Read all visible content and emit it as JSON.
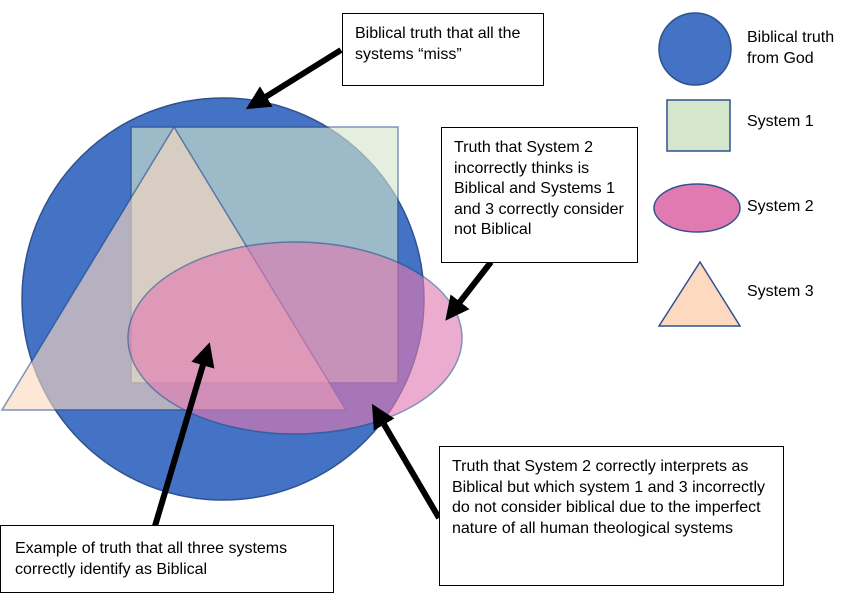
{
  "colors": {
    "circle_fill": "#4472c4",
    "circle_stroke": "#2f528f",
    "square_fill": "#d4e6cc",
    "square_stroke": "#2f528f",
    "ellipse_fill": "#e27ab2",
    "ellipse_stroke": "#2f528f",
    "triangle_fill": "#fdd9c0",
    "triangle_stroke": "#2f528f",
    "arrow": "#000000"
  },
  "legend": {
    "god": "Biblical truth from God",
    "system1": "System 1",
    "system2": "System 2",
    "system3": "System 3"
  },
  "callouts": {
    "top": "Biblical truth that all the systems “miss”",
    "right": "Truth that System 2 incorrectly thinks is Biblical and Systems 1 and 3 correctly consider not Biblical",
    "bottom_right": "Truth that System 2 correctly interprets as Biblical but which system 1 and 3 incorrectly do not consider biblical due to the imperfect nature of all human theological systems",
    "bottom_left": "Example of truth that all three systems correctly identify as Biblical"
  }
}
